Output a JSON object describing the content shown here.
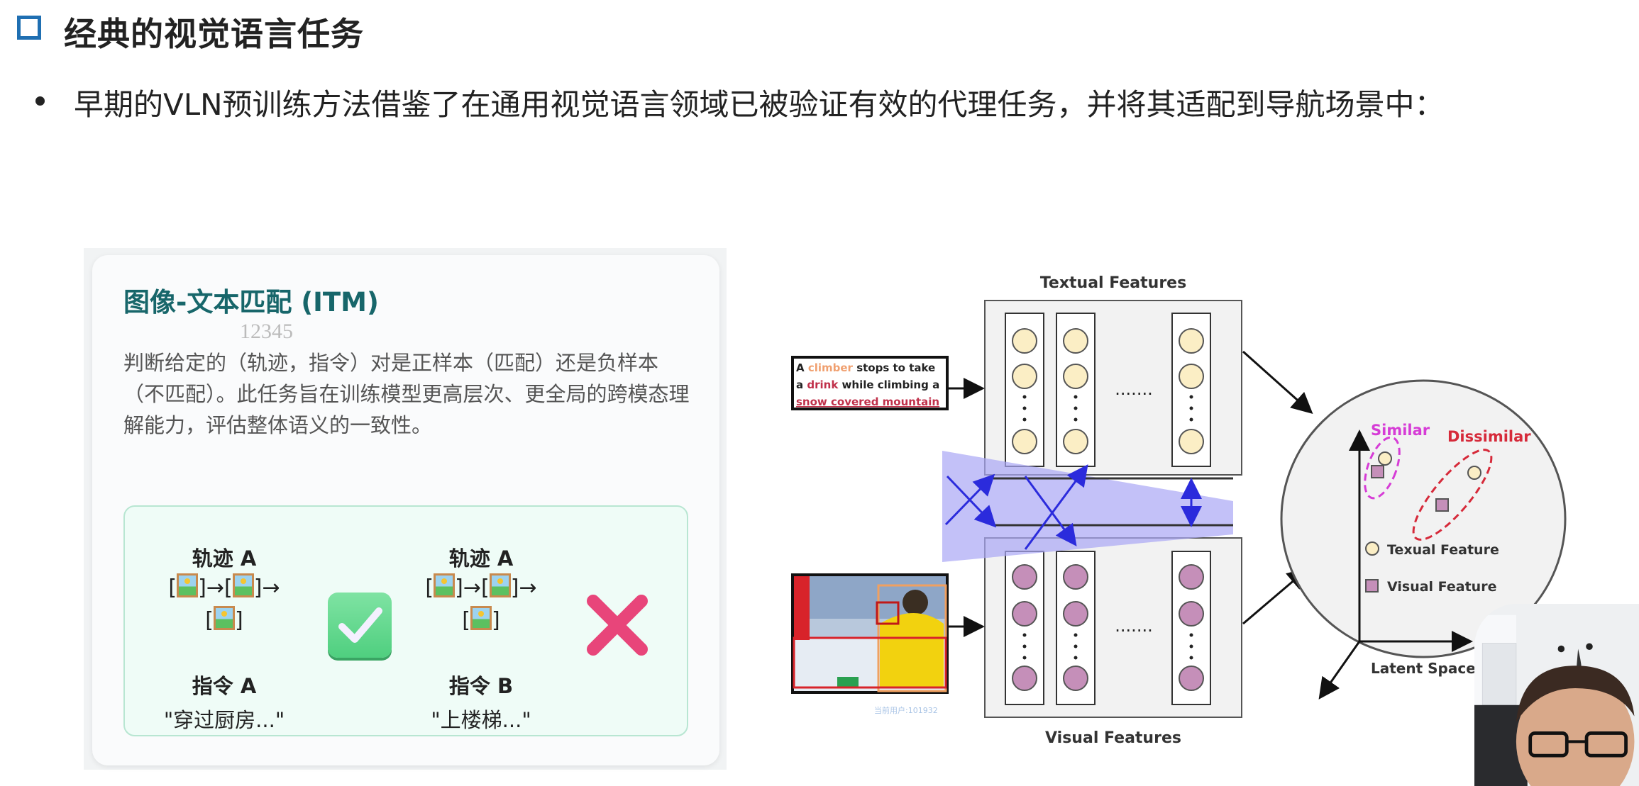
{
  "header": {
    "title": "经典的视觉语言任务",
    "bullet": "早期的VLN预训练方法借鉴了在通用视觉语言领域已被验证有效的代理任务，并将其适配到导航场景中："
  },
  "itm_card": {
    "title": "图像-文本匹配 (ITM)",
    "watermark": "12345",
    "description": "判断给定的（轨迹，指令）对是正样本（匹配）还是负样本（不匹配）。此任务旨在训练模型更高层次、更全局的跨模态理解能力，评估整体语义的一致性。",
    "examples": [
      {
        "trajectory_label": "轨迹 A",
        "instruction_label": "指令 A",
        "instruction_text": "\"穿过厨房...\"",
        "result": "match",
        "result_icon": "check-icon"
      },
      {
        "trajectory_label": "轨迹 A",
        "instruction_label": "指令 B",
        "instruction_text": "\"上楼梯...\"",
        "result": "mismatch",
        "result_icon": "cross-icon"
      }
    ],
    "arrow": "→",
    "bracket_open": "[",
    "bracket_close": "]"
  },
  "diagram": {
    "textual_label": "Textual Features",
    "visual_label": "Visual Features",
    "caption_words": [
      "A",
      "climber",
      "stops to take",
      "a",
      "drink",
      "while climbing a",
      "snow covered mountain"
    ],
    "similar_label": "Similar",
    "dissimilar_label": "Dissimilar",
    "legend_text": "Texual Feature",
    "legend_visual": "Visual Feature",
    "latent_label": "Latent Space",
    "ellipsis": "·······",
    "colors": {
      "text_feature": "#fbeec5",
      "visual_feature": "#c58fb9",
      "band": "#a9a6f5",
      "similar": "#d63cd6",
      "dissimilar": "#d62a3a"
    }
  },
  "watermark_user": "当前用户:101932"
}
